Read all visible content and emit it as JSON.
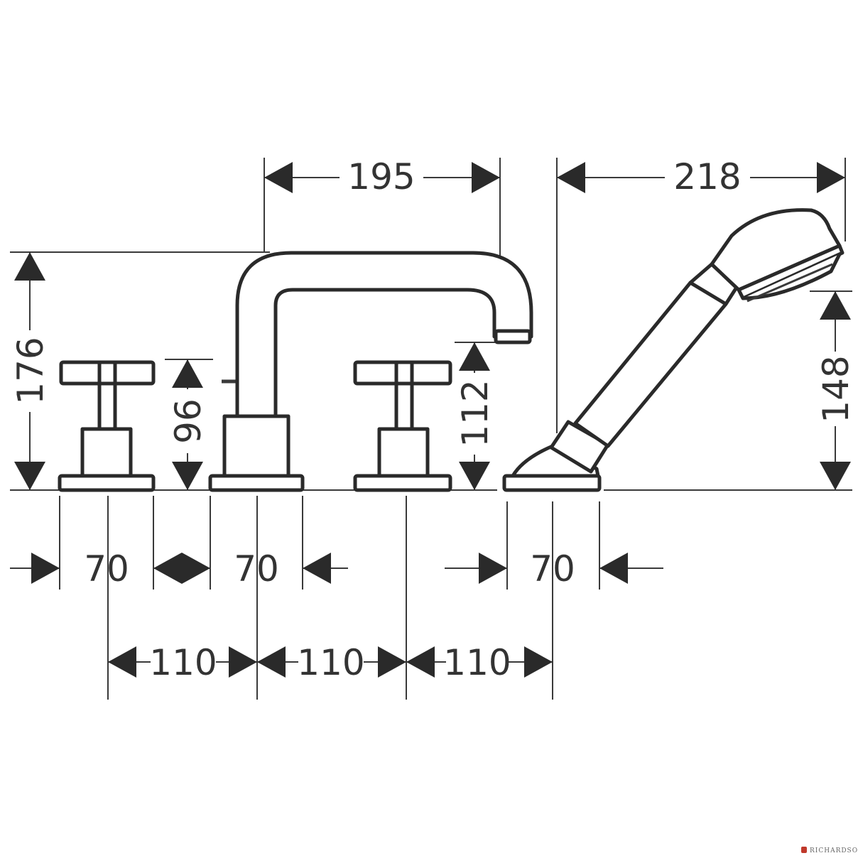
{
  "dimensions": {
    "spout_length": "195",
    "handshower_length": "218",
    "total_height": "176",
    "valve_height": "96",
    "spout_outlet_height": "112",
    "handshower_height": "148",
    "base_width_left": "70",
    "base_width_spout": "70",
    "base_width_handshower": "70",
    "spacing_1": "110",
    "spacing_2": "110",
    "spacing_3": "110"
  },
  "logo": {
    "text": "RICHARDSON"
  },
  "colors": {
    "line": "#2a2a2a",
    "background": "#ffffff"
  }
}
